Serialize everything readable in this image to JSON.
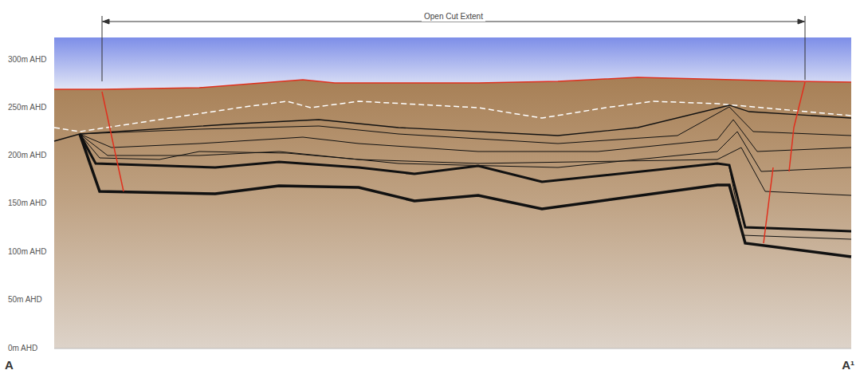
{
  "diagram": {
    "labels": [
      "Open Cut Extent",
      "300m AHD",
      "250m AHD",
      "200m AHD",
      "150m AHD",
      "100m AHD",
      "50m AHD",
      "0m AHD",
      "A",
      "A¹"
    ]
  }
}
